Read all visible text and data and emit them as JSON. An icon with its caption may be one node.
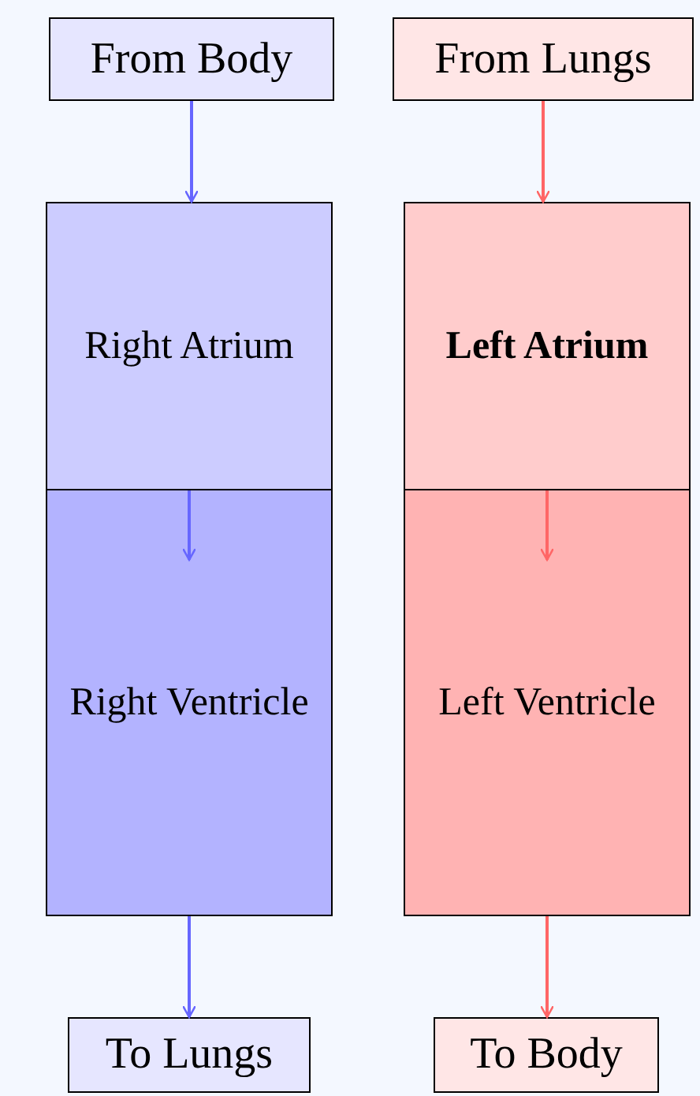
{
  "diagram": {
    "nodes": [
      {
        "text": [
          "From Body"
        ]
      },
      {
        "text": [
          "From Lungs"
        ]
      },
      {
        "text": [
          "Right Atrium"
        ]
      },
      {
        "text": [
          "Right Ventricle"
        ]
      },
      {
        "text": [
          "Left Atrium"
        ]
      },
      {
        "text": [
          "Left Ventricle"
        ]
      },
      {
        "text": [
          "To Lungs"
        ]
      },
      {
        "text": [
          "To Body"
        ]
      }
    ],
    "edges": [
      {
        "from": 0,
        "to": 2,
        "arrow": "to",
        "color": "#6666ff"
      },
      {
        "from": 2,
        "to": 3,
        "arrow": "to",
        "color": "#6666ff"
      },
      {
        "from": 3,
        "to": 6,
        "arrow": "to",
        "color": "#6666ff"
      },
      {
        "from": 1,
        "to": 4,
        "arrow": "to",
        "color": "#ff6666"
      },
      {
        "from": 4,
        "to": 5,
        "arrow": "to",
        "color": "#ff6666"
      },
      {
        "from": 5,
        "to": 7,
        "arrow": "to",
        "color": "#ff6666"
      }
    ]
  }
}
